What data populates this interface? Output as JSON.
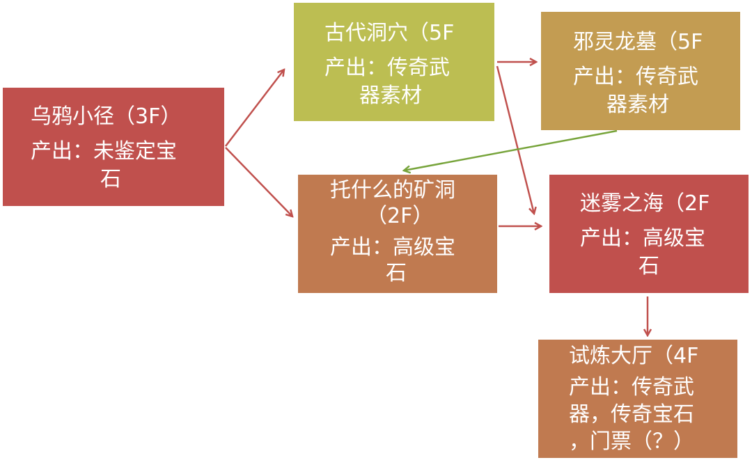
{
  "colors": {
    "red": "#c0504d",
    "olive": "#bcbe52",
    "tan": "#c39c52",
    "brown": "#c07a50",
    "arrow_red": "#c0504d",
    "arrow_green": "#77a43b"
  },
  "nodes": [
    {
      "id": "crow-path",
      "title": "乌鸦小径（3F）",
      "output": [
        "产出：未鉴定宝",
        "石"
      ]
    },
    {
      "id": "ancient-cave",
      "title": "古代洞穴（5F",
      "output": [
        "产出：传奇武",
        "器素材"
      ]
    },
    {
      "id": "evil-dragon-tomb",
      "title": "邪灵龙墓（5F",
      "output": [
        "产出：传奇武",
        "器素材"
      ]
    },
    {
      "id": "mine-cave",
      "title": "托什么的矿洞",
      "title2": "（2F）",
      "output": [
        "产出：高级宝",
        "石"
      ]
    },
    {
      "id": "misty-sea",
      "title": "迷雾之海（2F",
      "output": [
        "产出：高级宝",
        "石"
      ]
    },
    {
      "id": "trial-hall",
      "title": "试炼大厅（4F",
      "output": [
        "产出：传奇武",
        "器，传奇宝石",
        "，门票（？）"
      ]
    }
  ]
}
